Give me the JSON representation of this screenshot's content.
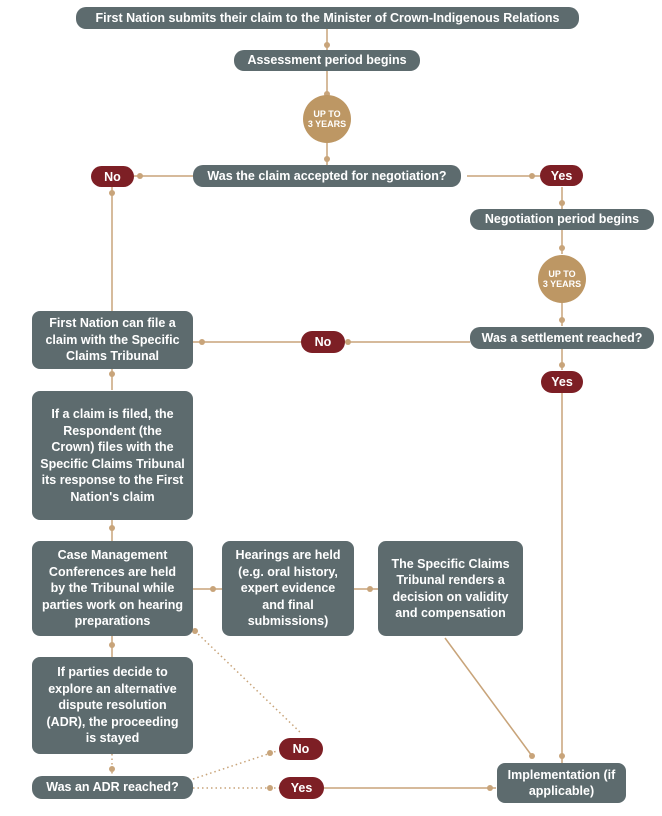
{
  "colors": {
    "box": "#5d6b6e",
    "decision_badge": "#7d1f25",
    "timeframe_circle": "#bd9764",
    "connector": "#c8a47a"
  },
  "nodes": {
    "submit_claim": "First Nation submits their claim to the Minister of Crown-Indigenous Relations",
    "assessment_begins": "Assessment period begins",
    "assessment_duration": {
      "line1": "UP TO",
      "line2": "3 YEARS"
    },
    "accepted_question": "Was the claim accepted for negotiation?",
    "accepted_no": "No",
    "accepted_yes": "Yes",
    "negotiation_begins": "Negotiation period begins",
    "negotiation_duration": {
      "line1": "UP TO",
      "line2": "3 YEARS"
    },
    "settlement_question": "Was a settlement reached?",
    "settlement_no": "No",
    "settlement_yes": "Yes",
    "file_with_tribunal": "First Nation can file a claim with the Specific Claims Tribunal",
    "crown_response": "If a claim is filed, the Respondent (the Crown) files with the Specific Claims Tribunal its response to the First Nation's claim",
    "case_management": "Case Management Conferences are held by the Tribunal while parties work on hearing preparations",
    "hearings": "Hearings are held (e.g. oral history, expert evidence and final submissions)",
    "tribunal_decision": "The Specific Claims Tribunal renders a decision on validity and compensation",
    "adr_option": "If parties decide to explore an alternative dispute resolution (ADR), the proceeding is stayed",
    "adr_question": "Was an ADR reached?",
    "adr_no": "No",
    "adr_yes": "Yes",
    "implementation": "Implementation (if applicable)"
  }
}
